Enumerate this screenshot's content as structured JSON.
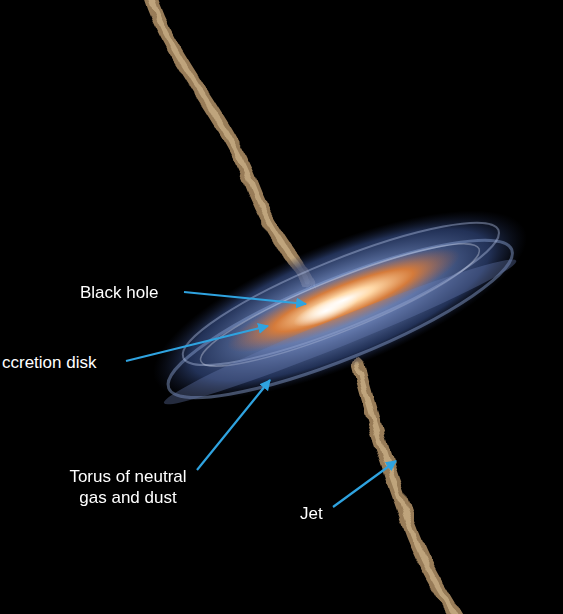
{
  "diagram": {
    "labels": [
      "Black hole",
      "ccretion disk",
      "Torus of neutral gas and dust",
      "Jet"
    ]
  }
}
